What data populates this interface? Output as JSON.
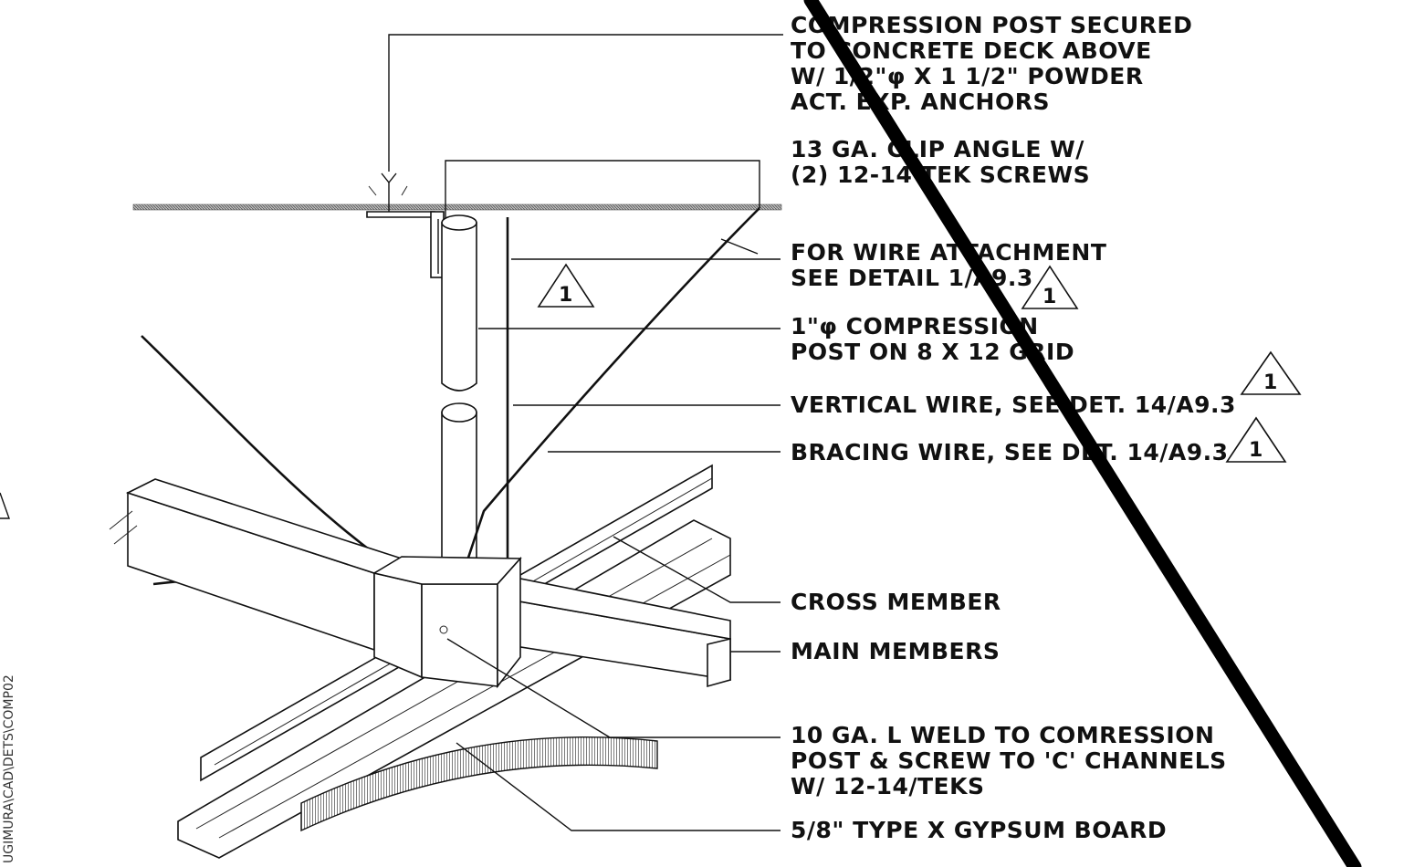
{
  "notes": [
    {
      "lines": [
        "COMPRESSION POST SECURED",
        "TO CONCRETE DECK ABOVE",
        "W/ 1/2\"φ X 1 1/2\" POWDER",
        "ACT. EXP. ANCHORS"
      ]
    },
    {
      "lines": [
        "13 GA. CLIP ANGLE W/",
        "(2) 12-14 TEK SCREWS"
      ]
    },
    {
      "lines": [
        "FOR WIRE ATTACHMENT",
        "SEE DETAIL 1/A9.3"
      ]
    },
    {
      "lines": [
        "1\"φ COMPRESSION",
        "POST ON 8 X 12 GRID"
      ]
    },
    {
      "lines": [
        "VERTICAL WIRE, SEE DET. 14/A9.3"
      ]
    },
    {
      "lines": [
        "BRACING WIRE, SEE DET. 14/A9.3"
      ]
    },
    {
      "lines": [
        "CROSS MEMBER"
      ]
    },
    {
      "lines": [
        "MAIN MEMBERS"
      ]
    },
    {
      "lines": [
        "10 GA. L WELD TO COMRESSION",
        "POST & SCREW TO 'C' CHANNELS",
        "W/ 12-14/TEKS"
      ]
    },
    {
      "lines": [
        "5/8\" TYPE X GYPSUM BOARD"
      ]
    }
  ],
  "revision_mark": "1",
  "side_path": "UGIMURA\\CAD\\DETS\\COMP02"
}
